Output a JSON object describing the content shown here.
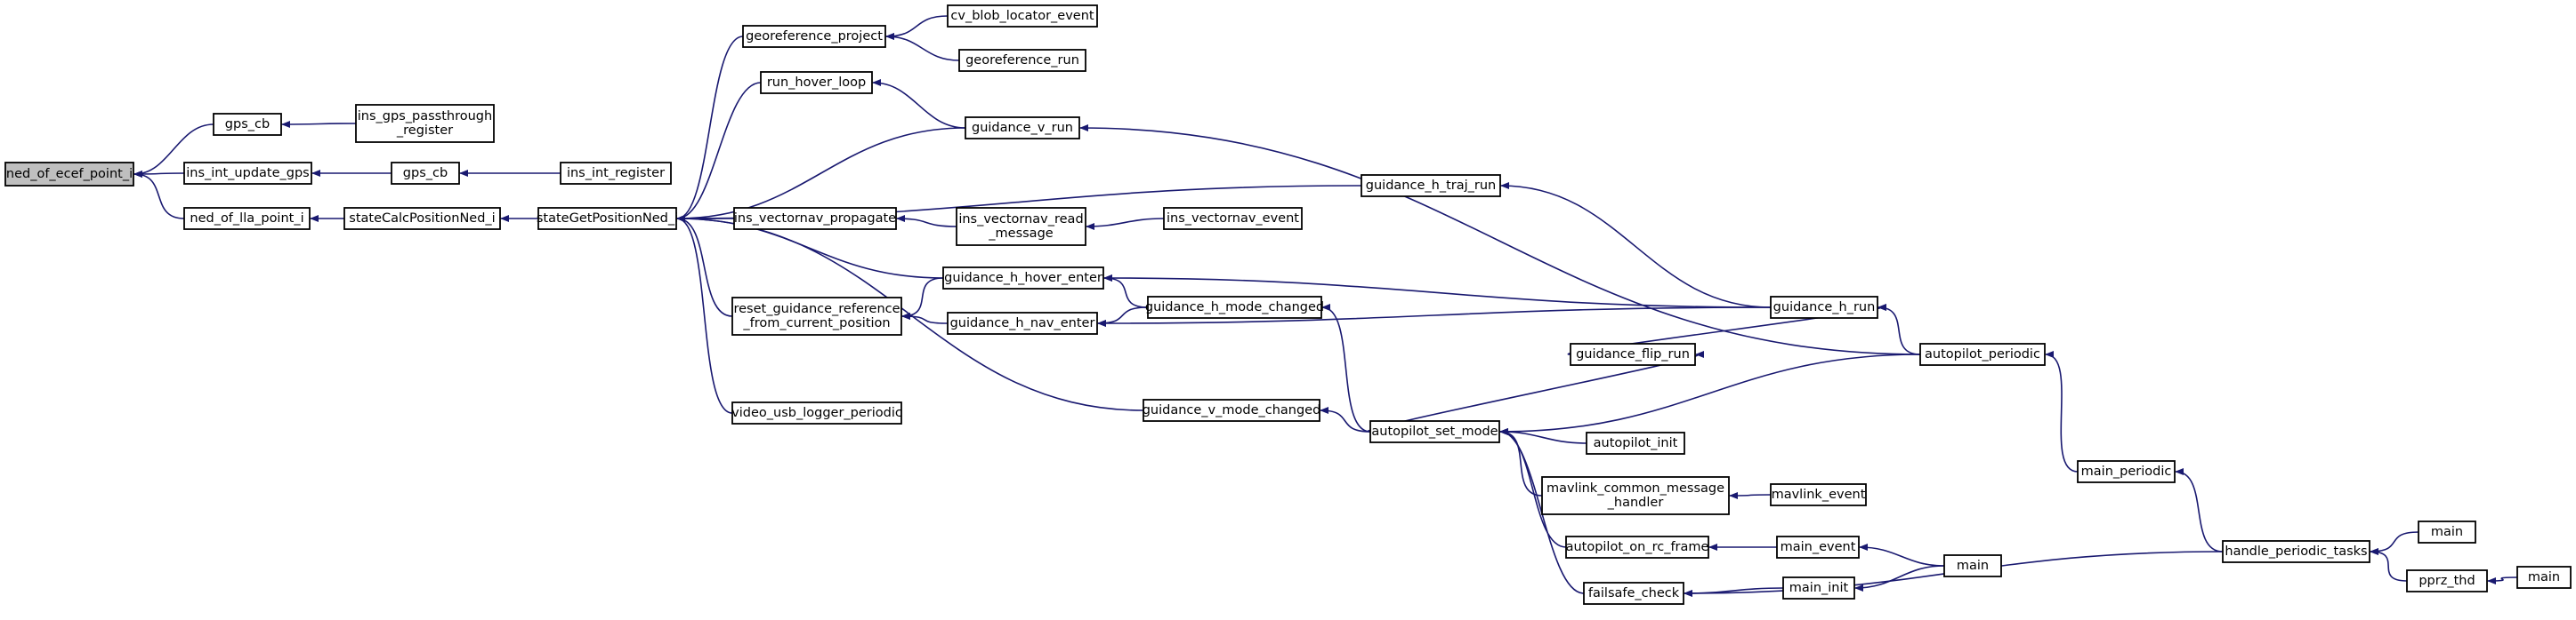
{
  "nodes": [
    {
      "id": "ned_of_ecef_point_i",
      "lines": [
        "ned_of_ecef_point_i"
      ],
      "highlight": true
    },
    {
      "id": "gps_cb_1",
      "lines": [
        "gps_cb"
      ]
    },
    {
      "id": "ins_gps_passthrough_register",
      "lines": [
        "ins_gps_passthrough",
        "_register"
      ]
    },
    {
      "id": "ins_int_update_gps",
      "lines": [
        "ins_int_update_gps"
      ]
    },
    {
      "id": "gps_cb_2",
      "lines": [
        "gps_cb"
      ]
    },
    {
      "id": "ins_int_register",
      "lines": [
        "ins_int_register"
      ]
    },
    {
      "id": "ned_of_lla_point_i",
      "lines": [
        "ned_of_lla_point_i"
      ]
    },
    {
      "id": "stateCalcPositionNed_i",
      "lines": [
        "stateCalcPositionNed_i"
      ]
    },
    {
      "id": "stateGetPositionNed_i",
      "lines": [
        "stateGetPositionNed_i"
      ]
    },
    {
      "id": "georeference_project",
      "lines": [
        "georeference_project"
      ]
    },
    {
      "id": "cv_blob_locator_event",
      "lines": [
        "cv_blob_locator_event"
      ]
    },
    {
      "id": "georeference_run",
      "lines": [
        "georeference_run"
      ]
    },
    {
      "id": "run_hover_loop",
      "lines": [
        "run_hover_loop"
      ]
    },
    {
      "id": "guidance_v_run",
      "lines": [
        "guidance_v_run"
      ]
    },
    {
      "id": "guidance_h_traj_run",
      "lines": [
        "guidance_h_traj_run"
      ]
    },
    {
      "id": "ins_vectornav_propagate",
      "lines": [
        "ins_vectornav_propagate"
      ]
    },
    {
      "id": "ins_vectornav_read_message",
      "lines": [
        "ins_vectornav_read",
        "_message"
      ]
    },
    {
      "id": "ins_vectornav_event",
      "lines": [
        "ins_vectornav_event"
      ]
    },
    {
      "id": "guidance_h_hover_enter",
      "lines": [
        "guidance_h_hover_enter"
      ]
    },
    {
      "id": "reset_guidance_reference",
      "lines": [
        "reset_guidance_reference",
        "_from_current_position"
      ]
    },
    {
      "id": "guidance_h_mode_changed",
      "lines": [
        "guidance_h_mode_changed"
      ]
    },
    {
      "id": "guidance_h_nav_enter",
      "lines": [
        "guidance_h_nav_enter"
      ]
    },
    {
      "id": "guidance_h_run",
      "lines": [
        "guidance_h_run"
      ]
    },
    {
      "id": "guidance_flip_run",
      "lines": [
        "guidance_flip_run"
      ]
    },
    {
      "id": "autopilot_periodic",
      "lines": [
        "autopilot_periodic"
      ]
    },
    {
      "id": "video_usb_logger_periodic",
      "lines": [
        "video_usb_logger_periodic"
      ]
    },
    {
      "id": "guidance_v_mode_changed",
      "lines": [
        "guidance_v_mode_changed"
      ]
    },
    {
      "id": "autopilot_set_mode",
      "lines": [
        "autopilot_set_mode"
      ]
    },
    {
      "id": "autopilot_init",
      "lines": [
        "autopilot_init"
      ]
    },
    {
      "id": "mavlink_common_message_handler",
      "lines": [
        "mavlink_common_message",
        "_handler"
      ]
    },
    {
      "id": "mavlink_event",
      "lines": [
        "mavlink_event"
      ]
    },
    {
      "id": "autopilot_on_rc_frame",
      "lines": [
        "autopilot_on_rc_frame"
      ]
    },
    {
      "id": "main_event",
      "lines": [
        "main_event"
      ]
    },
    {
      "id": "failsafe_check",
      "lines": [
        "failsafe_check"
      ]
    },
    {
      "id": "main_init",
      "lines": [
        "main_init"
      ]
    },
    {
      "id": "main_1",
      "lines": [
        "main"
      ]
    },
    {
      "id": "main_periodic",
      "lines": [
        "main_periodic"
      ]
    },
    {
      "id": "handle_periodic_tasks",
      "lines": [
        "handle_periodic_tasks"
      ]
    },
    {
      "id": "main_2",
      "lines": [
        "main"
      ]
    },
    {
      "id": "pprz_thd",
      "lines": [
        "pprz_thd"
      ]
    },
    {
      "id": "main_3",
      "lines": [
        "main"
      ]
    }
  ],
  "edges": [
    [
      "gps_cb_1",
      "ned_of_ecef_point_i"
    ],
    [
      "ins_int_update_gps",
      "ned_of_ecef_point_i"
    ],
    [
      "ned_of_lla_point_i",
      "ned_of_ecef_point_i"
    ],
    [
      "ins_gps_passthrough_register",
      "gps_cb_1"
    ],
    [
      "gps_cb_2",
      "ins_int_update_gps"
    ],
    [
      "ins_int_register",
      "gps_cb_2"
    ],
    [
      "stateCalcPositionNed_i",
      "ned_of_lla_point_i"
    ],
    [
      "stateGetPositionNed_i",
      "stateCalcPositionNed_i"
    ],
    [
      "georeference_project",
      "stateGetPositionNed_i"
    ],
    [
      "run_hover_loop",
      "stateGetPositionNed_i"
    ],
    [
      "guidance_v_run",
      "stateGetPositionNed_i"
    ],
    [
      "guidance_h_traj_run",
      "stateGetPositionNed_i"
    ],
    [
      "ins_vectornav_propagate",
      "stateGetPositionNed_i"
    ],
    [
      "guidance_h_hover_enter",
      "stateGetPositionNed_i"
    ],
    [
      "reset_guidance_reference",
      "stateGetPositionNed_i"
    ],
    [
      "video_usb_logger_periodic",
      "stateGetPositionNed_i"
    ],
    [
      "guidance_v_mode_changed",
      "stateGetPositionNed_i"
    ],
    [
      "cv_blob_locator_event",
      "georeference_project"
    ],
    [
      "georeference_run",
      "georeference_project"
    ],
    [
      "guidance_v_run",
      "run_hover_loop"
    ],
    [
      "autopilot_periodic",
      "guidance_v_run"
    ],
    [
      "guidance_h_run",
      "guidance_h_traj_run"
    ],
    [
      "ins_vectornav_read_message",
      "ins_vectornav_propagate"
    ],
    [
      "ins_vectornav_event",
      "ins_vectornav_read_message"
    ],
    [
      "guidance_h_hover_enter",
      "reset_guidance_reference"
    ],
    [
      "guidance_h_nav_enter",
      "reset_guidance_reference"
    ],
    [
      "guidance_h_run",
      "guidance_h_hover_enter"
    ],
    [
      "guidance_h_mode_changed",
      "guidance_h_hover_enter"
    ],
    [
      "guidance_h_mode_changed",
      "guidance_h_nav_enter"
    ],
    [
      "guidance_h_run",
      "guidance_h_nav_enter"
    ],
    [
      "autopilot_set_mode",
      "guidance_h_mode_changed"
    ],
    [
      "guidance_flip_run",
      "guidance_h_run"
    ],
    [
      "autopilot_periodic",
      "guidance_h_run"
    ],
    [
      "autopilot_set_mode",
      "guidance_flip_run"
    ],
    [
      "autopilot_set_mode",
      "guidance_v_mode_changed"
    ],
    [
      "autopilot_periodic",
      "autopilot_set_mode"
    ],
    [
      "autopilot_init",
      "autopilot_set_mode"
    ],
    [
      "mavlink_common_message_handler",
      "autopilot_set_mode"
    ],
    [
      "autopilot_on_rc_frame",
      "autopilot_set_mode"
    ],
    [
      "failsafe_check",
      "autopilot_set_mode"
    ],
    [
      "mavlink_event",
      "mavlink_common_message_handler"
    ],
    [
      "main_event",
      "autopilot_on_rc_frame"
    ],
    [
      "main_1",
      "main_event"
    ],
    [
      "main_init",
      "failsafe_check"
    ],
    [
      "handle_periodic_tasks",
      "failsafe_check"
    ],
    [
      "main_1",
      "main_init"
    ],
    [
      "main_periodic",
      "autopilot_periodic"
    ],
    [
      "handle_periodic_tasks",
      "main_periodic"
    ],
    [
      "main_2",
      "handle_periodic_tasks"
    ],
    [
      "pprz_thd",
      "handle_periodic_tasks"
    ],
    [
      "main_3",
      "pprz_thd"
    ]
  ]
}
